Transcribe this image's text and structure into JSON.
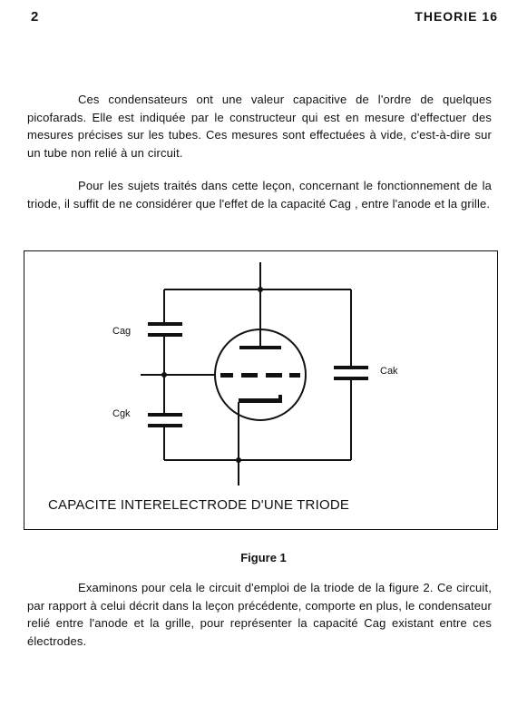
{
  "header": {
    "page_number": "2",
    "title": "THEORIE 16"
  },
  "paragraphs": [
    "Ces condensateurs ont une valeur capacitive de l'ordre de quelques picofarads. Elle est indiquée par le constructeur qui est en mesure d'effectuer des mesures précises sur les tubes. Ces mesures sont effectuées à vide, c'est-à-dire sur un tube non relié à un circuit.",
    "Pour les sujets traités dans cette leçon, concernant le fonctionnement de la triode, il suffit de ne considérer que l'effet de la capacité Cag , entre l'anode et la grille.",
    "Examinons pour cela le circuit d'emploi de la triode de la figure 2. Ce circuit, par rapport à celui décrit dans la leçon précédente, comporte en plus, le condensateur relié entre l'anode et la grille, pour représenter la capacité Cag existant entre ces électrodes."
  ],
  "figure": {
    "caption": "CAPACITE INTERELECTRODE D'UNE TRIODE",
    "label": "Figure 1",
    "labels": {
      "cag": "Cag",
      "cgk": "Cgk",
      "cak": "Cak"
    }
  }
}
